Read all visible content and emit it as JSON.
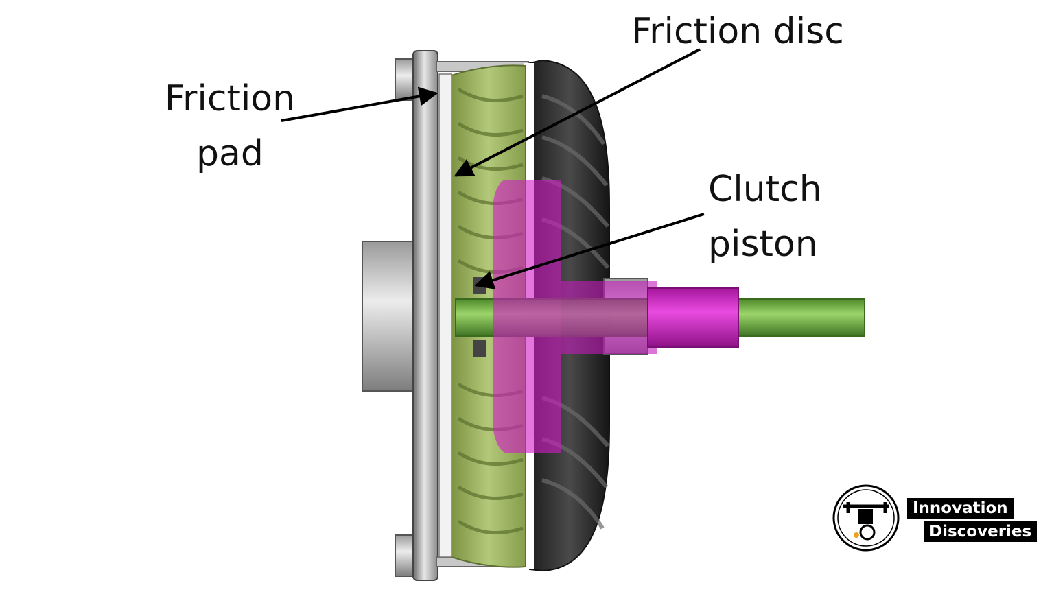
{
  "labels": {
    "friction_pad": [
      "Friction",
      "pad"
    ],
    "friction_disc": "Friction disc",
    "clutch_piston": [
      "Clutch",
      "piston"
    ]
  },
  "logo": {
    "line1": "Innovation",
    "line2": "Discoveries"
  },
  "colors": {
    "green_parts": "#9ab35a",
    "shaft_green": "#6db33f",
    "piston_magenta": "#d21bc8",
    "housing_dark": "#2b2b2b",
    "housing_grey": "#b9b9b9"
  }
}
